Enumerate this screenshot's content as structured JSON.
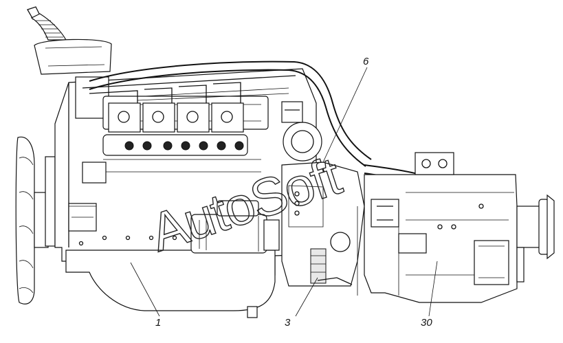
{
  "callouts": {
    "engine": "1",
    "clutch": "3",
    "pipe": "6",
    "gearbox": "30"
  },
  "watermark": "AutoSoft"
}
